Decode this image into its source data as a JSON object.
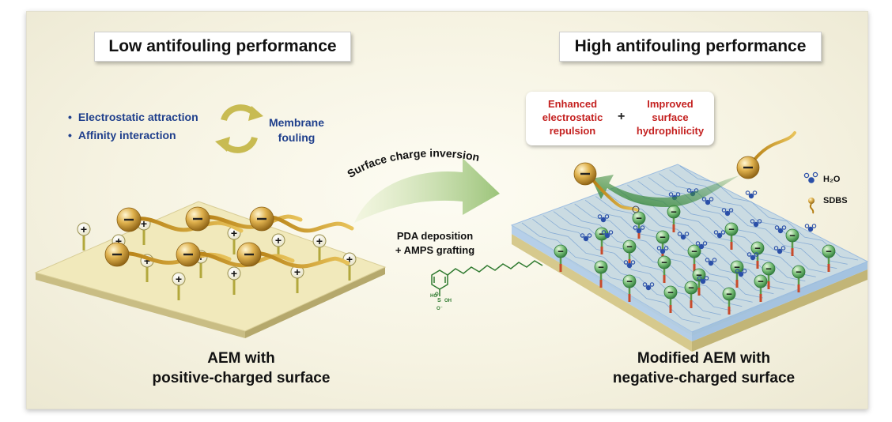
{
  "left": {
    "title": "Low antifouling performance",
    "bullets": [
      "Electrostatic attraction",
      "Affinity interaction"
    ],
    "bullet_mark": "•",
    "fouling": "Membrane fouling",
    "caption_line1": "AEM with",
    "caption_line2": "positive-charged surface",
    "charge": "+"
  },
  "center": {
    "arrow_label": "Surface charge inversion",
    "process_line1": "PDA deposition",
    "process_line2": "+ AMPS grafting",
    "molecule_labels": {
      "ho": "HO",
      "s": "S",
      "oh": "OH",
      "o": "O",
      "o_minus": "O⁻"
    }
  },
  "right": {
    "title": "High antifouling performance",
    "benefit1_lines": [
      "Enhanced",
      "electrostatic",
      "repulsion"
    ],
    "benefit_plus": "+",
    "benefit2_lines": [
      "Improved",
      "surface",
      "hydrophilicity"
    ],
    "legend_water": "H₂O",
    "legend_sdbs": "SDBS",
    "caption_line1": "Modified AEM with",
    "caption_line2": "negative-charged surface",
    "charge": "−"
  },
  "colors": {
    "accent_red": "#c42120",
    "text_blue": "#1f3f8c",
    "membrane": "#efe7b7",
    "coating": "#b9d3ec",
    "sphere_gold": "#d4a53f",
    "bead_green": "#5aa95a",
    "molecule_green": "#2f7a2f",
    "water_blue": "#2a4fa8"
  }
}
